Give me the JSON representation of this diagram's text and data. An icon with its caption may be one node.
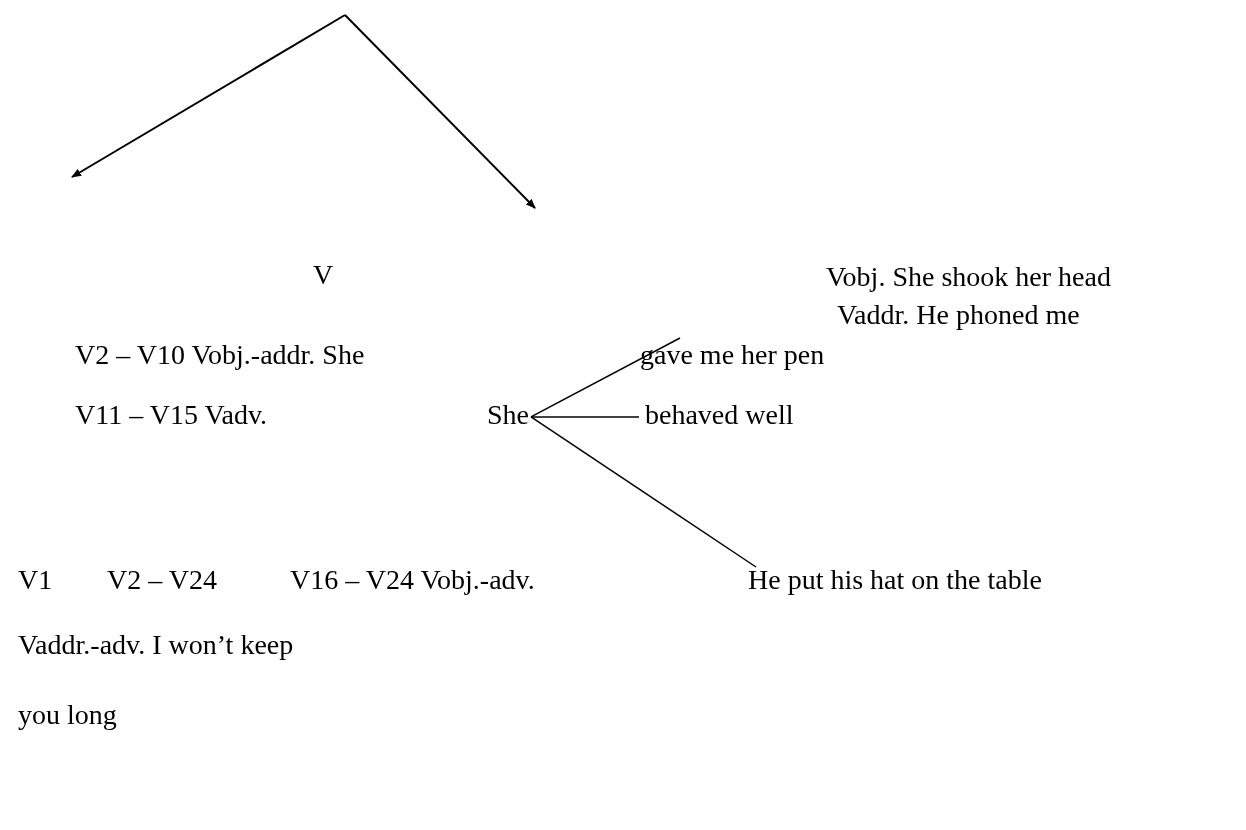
{
  "diagram": {
    "nodes": [
      {
        "text": [
          "She"
        ]
      },
      {
        "text": [
          "gave me her pen"
        ]
      },
      {
        "text": [
          "behaved well"
        ]
      },
      {
        "text": [
          "He put his hat on the table"
        ]
      }
    ],
    "edges": [
      {
        "from": 0,
        "to": 1,
        "arrow": "none"
      },
      {
        "from": 0,
        "to": 2,
        "arrow": "none"
      },
      {
        "from": 0,
        "to": 3,
        "arrow": "none"
      }
    ],
    "labels": [
      "V",
      "Vobj. She shook her head",
      "Vaddr. He phoned me",
      "V2 – V10 Vobj.-addr. She",
      "V11 – V15 Vadv.",
      "V1",
      "V2 – V24",
      "V16 – V24 Vobj.-adv.",
      "Vaddr.-adv. I won’t keep",
      "you long"
    ]
  }
}
